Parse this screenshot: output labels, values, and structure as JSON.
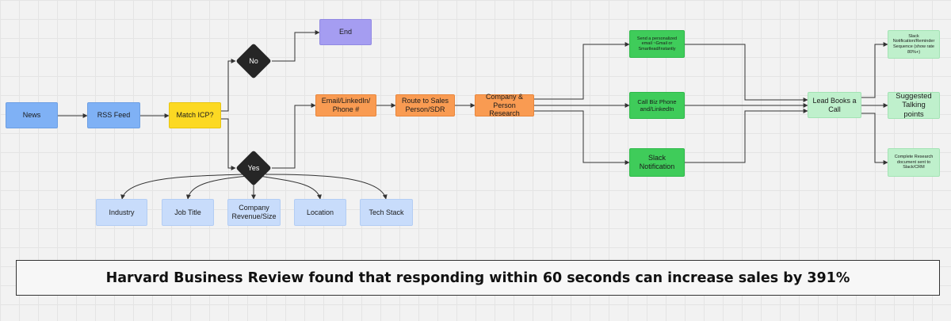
{
  "nodes": {
    "news": "News",
    "rss_feed": "RSS Feed",
    "match_icp": "Match ICP?",
    "no": "No",
    "end": "End",
    "yes": "Yes",
    "industry": "Industry",
    "job_title": "Job Title",
    "company_revenue": "Company Revenue/Size",
    "location": "Location",
    "tech_stack": "Tech Stack",
    "email_linkedin_phone": "Email/LinkedIn/ Phone #",
    "route_to_sales": "Route to Sales Person/SDR",
    "company_person_research": "Company & Person Research",
    "send_personalized_email": "Send a personalized email ~Gmail or Smartlead/Instantly",
    "call_biz_phone": "Call Biz Phone and/LinkedIn",
    "slack_notification": "Slack Notification",
    "lead_books_call": "Lead Books a Call",
    "slack_reminder_sequence": "Slack Notification/Reminder Sequence (show rate 80%+)",
    "suggested_talking_points": "Suggested Talking points",
    "complete_research_doc": "Complete Research document sent to Slack/CRM"
  },
  "banner": {
    "text": "Harvard Business Review found that responding within 60 seconds can increase sales by 391%"
  },
  "colors": {
    "source_blue": "#7fb1f5",
    "criteria_blue": "#c8dcfb",
    "decision_yellow": "#fcd923",
    "end_purple": "#a59df1",
    "process_orange": "#f99b52",
    "action_green": "#3fcc5a",
    "outcome_mint": "#bff0cc",
    "diamond_dark": "#262626"
  }
}
